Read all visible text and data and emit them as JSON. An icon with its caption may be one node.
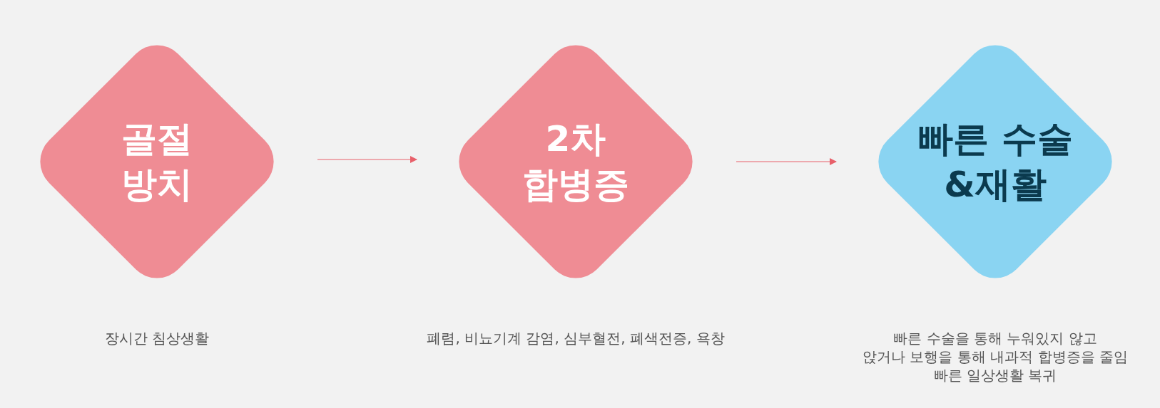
{
  "diagram": {
    "nodes": [
      {
        "text": [
          "골절 방치"
        ],
        "beside": [
          "장시간 침상생활"
        ]
      },
      {
        "text": [
          "2차 합병증"
        ],
        "beside": [
          "폐렴, 비뇨기계 감염, 심부혈전, 폐색전증, 욕창"
        ]
      },
      {
        "text": [
          "빠른 수술&재활"
        ],
        "beside": [
          "빠른 수술을 통해 누워있지 않고",
          "앉거나 보행을 통해 내과적 합병증을 줄임",
          "빠른 일상생활 복귀"
        ]
      }
    ],
    "edges": [
      {
        "from": 0,
        "to": 1,
        "arrow": "to"
      },
      {
        "from": 1,
        "to": 2,
        "arrow": "to"
      }
    ]
  }
}
